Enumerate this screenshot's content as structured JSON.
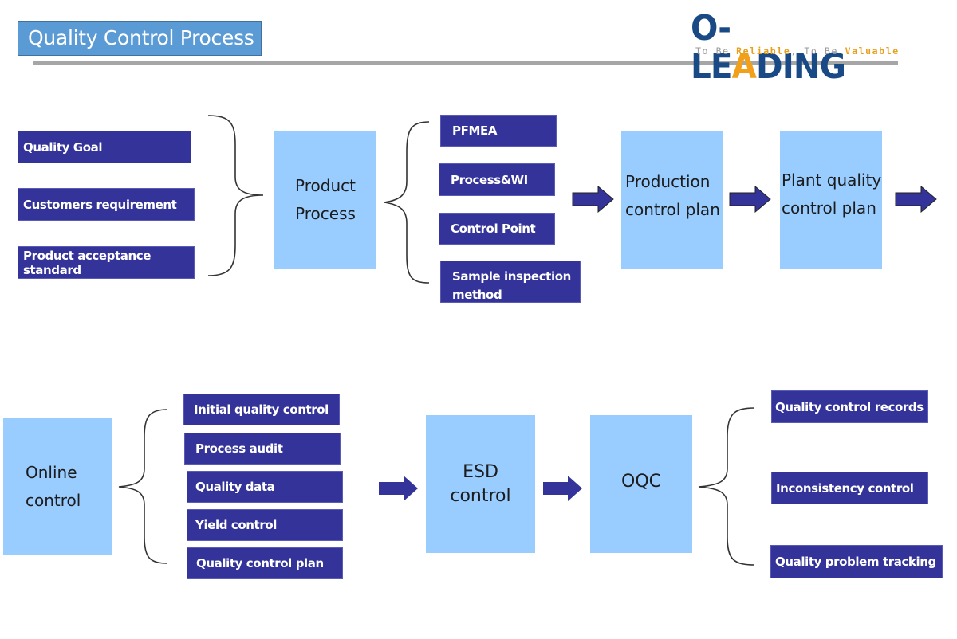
{
  "header": {
    "title": "Quality Control Process",
    "logo": {
      "name_part1": "O-LE",
      "name_accent": "A",
      "name_part2": "DING",
      "tagline_1": "To Be ",
      "tagline_2": "Reliable",
      "tagline_3": ", To Be ",
      "tagline_4": "Valuable"
    }
  },
  "colors": {
    "title_bg": "#5b9bd5",
    "input_box": "#333399",
    "stage_box": "#99ccff",
    "arrow": "#333399",
    "logo_blue": "#1a4a85",
    "logo_orange": "#f0a01a"
  },
  "top_flow": {
    "inputs": [
      "Quality Goal",
      "Customers requirement",
      "Product acceptance standard"
    ],
    "stage1": "Product\nProcess",
    "stage1_items": [
      "PFMEA",
      "Process&WI",
      "Control Point",
      "Sample inspection\nmethod"
    ],
    "stage2": "Production\ncontrol plan",
    "stage3": "Plant quality\ncontrol plan"
  },
  "bottom_flow": {
    "stage4": "Online\ncontrol",
    "stage4_items": [
      "Initial quality control",
      "Process audit",
      "Quality data",
      "Yield control",
      "Quality control plan"
    ],
    "stage5": "ESD\ncontrol",
    "stage6": "OQC",
    "stage6_items": [
      "Quality control records",
      "Inconsistency control",
      "Quality problem tracking"
    ]
  }
}
